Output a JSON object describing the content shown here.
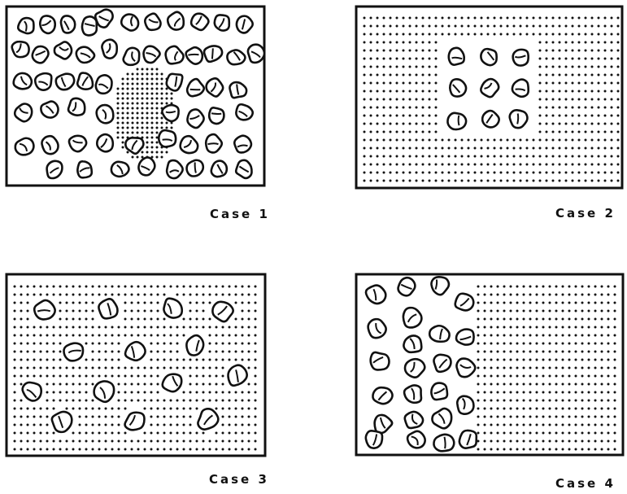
{
  "figure": {
    "panels": [
      {
        "id": "case-1",
        "caption": "Case 1"
      },
      {
        "id": "case-2",
        "caption": "Case 2"
      },
      {
        "id": "case-3",
        "caption": "Case 3"
      },
      {
        "id": "case-4",
        "caption": "Case 4"
      }
    ],
    "colors": {
      "ink": "#111111",
      "paper": "#ffffff"
    }
  }
}
